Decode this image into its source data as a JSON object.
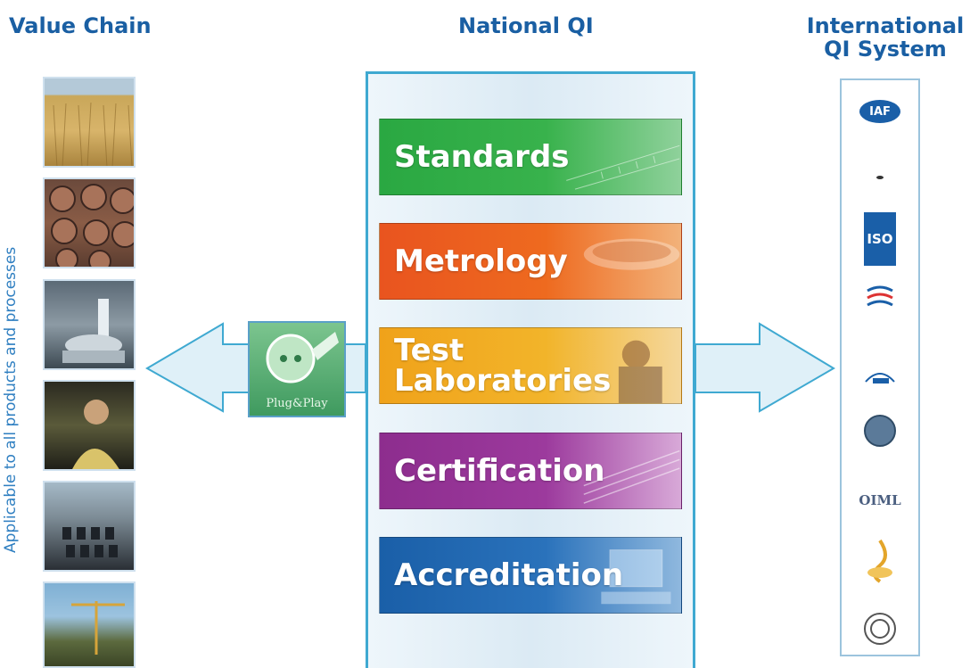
{
  "headings": {
    "value_chain": "Value Chain",
    "national_qi": "National QI",
    "international_line1": "International",
    "international_line2": "QI System"
  },
  "value_chain": {
    "caption": "Applicable to all products and processes"
  },
  "national_qi": {
    "cards": [
      {
        "label": "Standards",
        "color": "#2aa842"
      },
      {
        "label": "Metrology",
        "color": "#e9541f"
      },
      {
        "label_line1": "Test",
        "label_line2": "Laboratories",
        "color": "#f0a21a"
      },
      {
        "label": "Certification",
        "color": "#8d2d8e"
      },
      {
        "label": "Accreditation",
        "color": "#1a5fa8"
      }
    ]
  },
  "connector": {
    "label": "Plug&Play"
  },
  "international": {
    "logos": [
      "IAF",
      "ISO",
      "OIML"
    ]
  },
  "colors": {
    "heading": "#1a5fa3",
    "arrow_fill": "#dff0f8",
    "arrow_stroke": "#3fa9d1"
  }
}
